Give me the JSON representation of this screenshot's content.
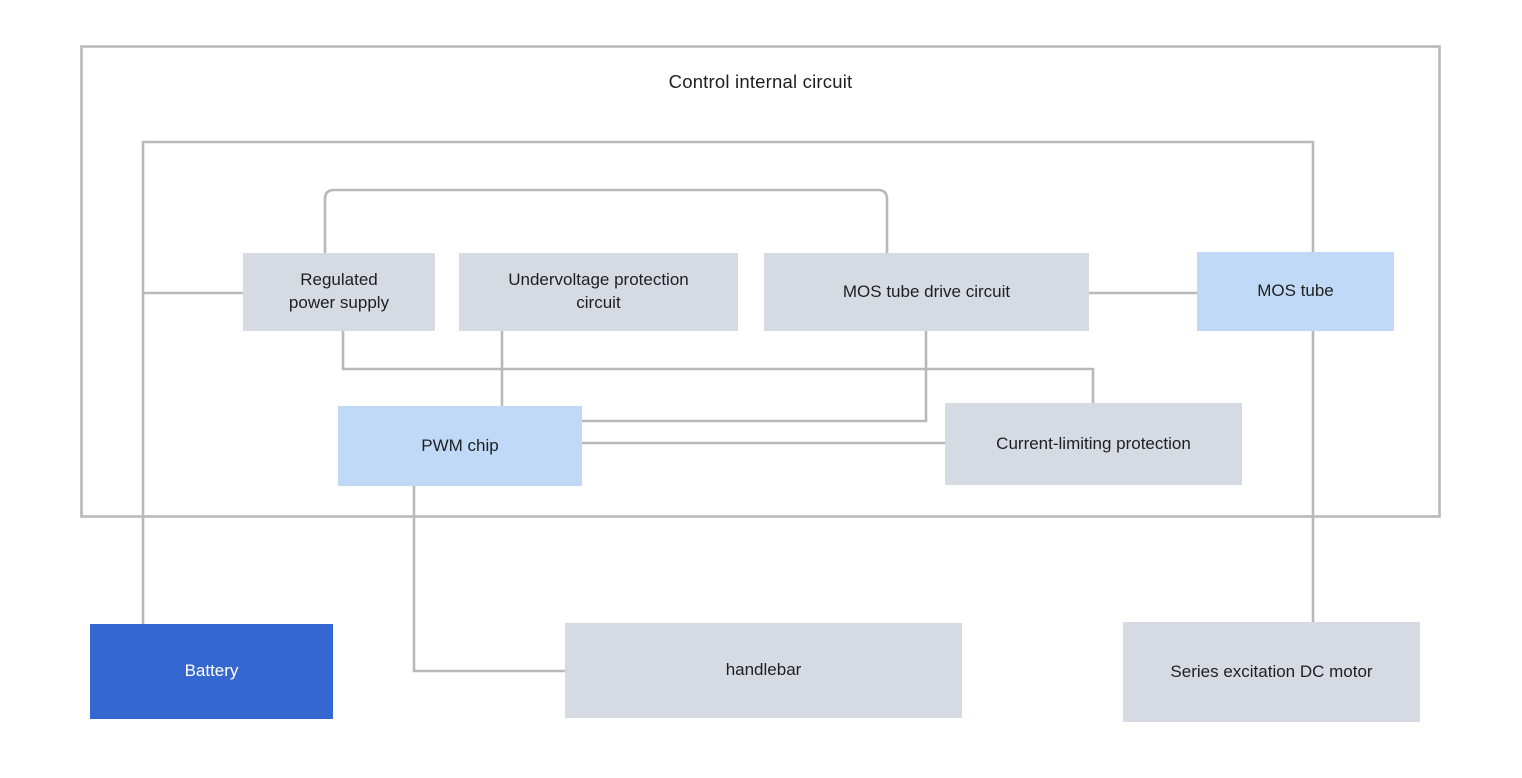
{
  "diagram": {
    "title": "Control internal circuit",
    "colors": {
      "box_gray": "#d6dae3",
      "box_blue": "#bfd9f6",
      "battery_blue": "#3567d1",
      "line_gray": "#b9b9b9",
      "text_dark": "#1f1f1f",
      "battery_text": "#ffffff",
      "bg": "#ffffff"
    },
    "nodes": {
      "regulated": {
        "label": "Regulated\npower supply",
        "style": "gray"
      },
      "undervoltage": {
        "label": "Undervoltage protection\ncircuit",
        "style": "gray"
      },
      "mos_drive": {
        "label": "MOS tube drive circuit",
        "style": "gray"
      },
      "mos_tube": {
        "label": "MOS tube",
        "style": "blue"
      },
      "pwm": {
        "label": "PWM chip",
        "style": "blue"
      },
      "current_limit": {
        "label": "Current-limiting protection",
        "style": "gray"
      },
      "battery": {
        "label": "Battery",
        "style": "battery-blue"
      },
      "handlebar": {
        "label": "handlebar",
        "style": "gray"
      },
      "motor": {
        "label": "Series excitation DC motor",
        "style": "gray"
      }
    },
    "edges": [
      {
        "from": "battery",
        "to": "internal_top_bus",
        "route": "vertical riser on left"
      },
      {
        "from": "internal_top_bus",
        "to": "mos_tube",
        "route": "top bus across, down into MOS tube"
      },
      {
        "from": "battery_riser",
        "to": "regulated",
        "route": "horizontal branch into left edge"
      },
      {
        "from": "regulated",
        "to": "mos_drive",
        "route": "arched connector over row, rounded corners"
      },
      {
        "from": "regulated",
        "to": "current_limit",
        "route": "down, right along mid bus, down into top"
      },
      {
        "from": "undervoltage",
        "to": "pwm",
        "route": "straight down into top"
      },
      {
        "from": "mos_drive",
        "to": "pwm",
        "route": "down then left into right edge"
      },
      {
        "from": "pwm",
        "to": "current_limit",
        "route": "right into left edge"
      },
      {
        "from": "mos_drive",
        "to": "mos_tube",
        "route": "right into left edge"
      },
      {
        "from": "mos_tube",
        "to": "motor",
        "route": "straight down into top"
      },
      {
        "from": "pwm",
        "to": "handlebar",
        "route": "down then right into left edge"
      }
    ]
  }
}
